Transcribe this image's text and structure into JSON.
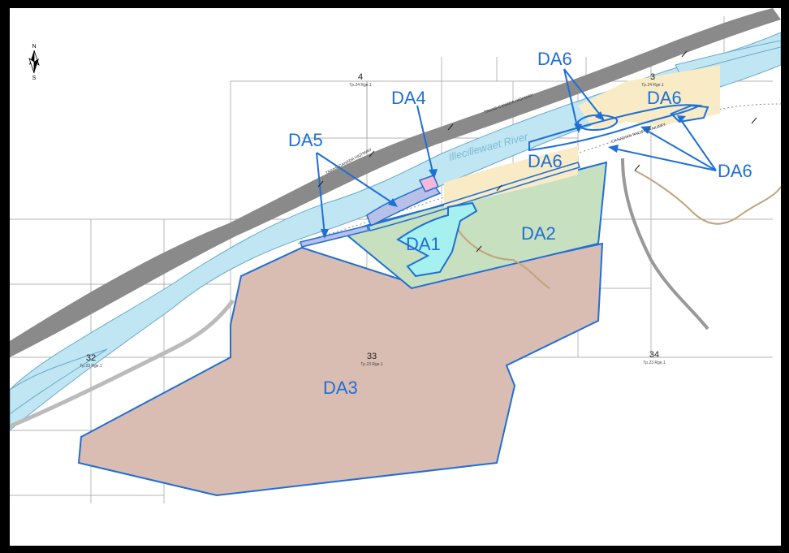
{
  "map": {
    "north_arrow": {
      "label_top": "N",
      "label_bottom": "S"
    },
    "areas": {
      "da1": "DA1",
      "da2": "DA2",
      "da3": "DA3",
      "da4": "DA4",
      "da5": "DA5",
      "da6_center": "DA6",
      "da6_top": "DA6",
      "da6_upper_right": "DA6",
      "da6_right": "DA6"
    },
    "sections": {
      "s4": "4",
      "s4_sub": "Tp.24 Rge.1",
      "s3": "3",
      "s3_sub": "Tp.24 Rge.1",
      "s32": "32",
      "s32_sub": "Tp.23 Rge.1",
      "s33": "33",
      "s33_sub": "Tp.23 Rge.1",
      "s34": "34",
      "s34_sub": "Tp.23 Rge.1"
    },
    "river_label": "Illecillewaet River",
    "roads": {
      "highway_upper": "TRANS-CANADA HIGHWAY",
      "highway_left": "TRANS-CANADA HIGHWAY",
      "railway": "CANADIAN PACIFIC RAILWAY"
    },
    "colors": {
      "da_outline": "#1f6fd6",
      "da3_fill": "#d9bcb2",
      "da2_fill": "#c6e0c0",
      "da1_fill": "#a6f0f0",
      "da4_fill": "#f5b8d6",
      "da5_fill": "#b9c0e8",
      "da6_fill": "#f8ebc6",
      "river": "#bfe6f2",
      "highway": "#8a8a8a",
      "trail": "#c2a37a"
    }
  }
}
